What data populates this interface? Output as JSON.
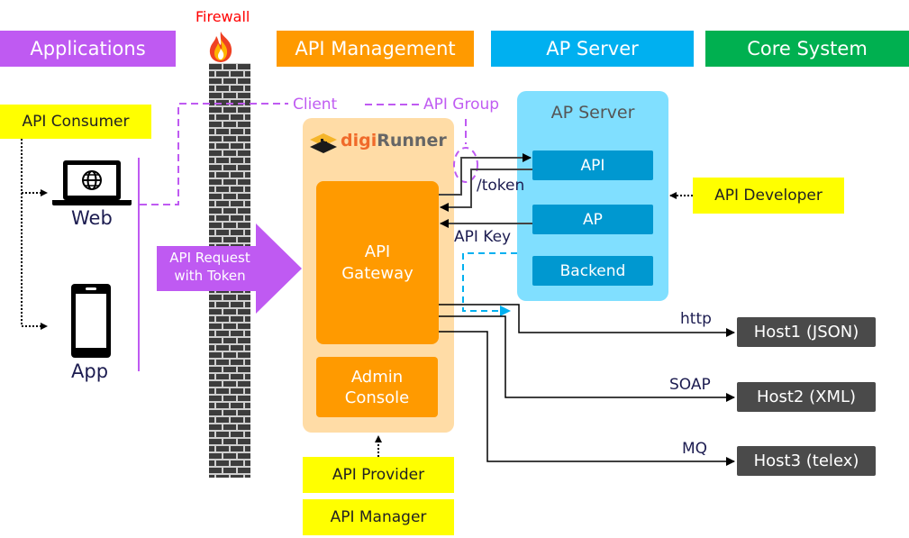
{
  "header": {
    "firewall_label": "Firewall",
    "sections": [
      {
        "label": "Applications",
        "color": "#bf5af2"
      },
      {
        "label": "API Management",
        "color": "#ff9a00"
      },
      {
        "label": "AP Server",
        "color": "#00b0f0"
      },
      {
        "label": "Core System",
        "color": "#00b050"
      }
    ]
  },
  "applications": {
    "consumer_label": "API Consumer",
    "web_label": "Web",
    "app_label": "App",
    "request_arrow_label": [
      "API Request",
      "with Token"
    ]
  },
  "api_management": {
    "client_label": "Client",
    "api_group_label": "API Group",
    "brand": {
      "prefix": "digi",
      "suffix": "Runner",
      "prefix_color": "#f06a2a",
      "suffix_color": "#666666"
    },
    "gateway_label": [
      "API",
      "Gateway"
    ],
    "admin_console_label": [
      "Admin",
      "Console"
    ],
    "provider_label": "API Provider",
    "manager_label": "API Manager",
    "token_label": "/token",
    "api_key_label": "API Key"
  },
  "ap_server": {
    "title": "AP Server",
    "components": [
      "API",
      "AP",
      "Backend"
    ],
    "developer_label": "API Developer"
  },
  "core_system": {
    "hosts": [
      {
        "protocol": "http",
        "label": "Host1 (JSON)"
      },
      {
        "protocol": "SOAP",
        "label": "Host2 (XML)"
      },
      {
        "protocol": "MQ",
        "label": "Host3 (telex)"
      }
    ]
  }
}
